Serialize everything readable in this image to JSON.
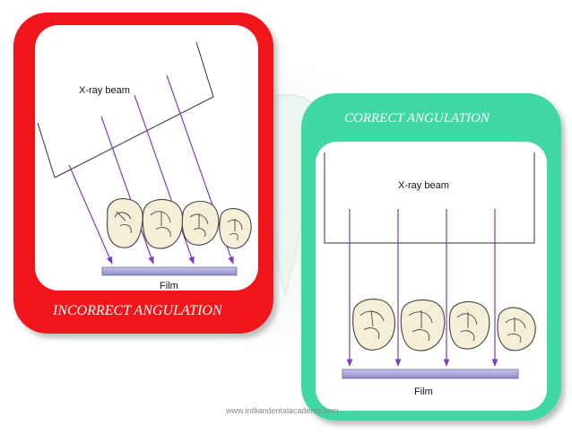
{
  "panels": {
    "incorrect": {
      "heading": "INCORRECT ANGULATION",
      "beam_label": "X-ray beam",
      "film_label": "Film",
      "frame_color": "#f0141e"
    },
    "correct": {
      "heading": "CORRECT ANGULATION",
      "beam_label": "X-ray beam",
      "film_label": "Film",
      "frame_color": "#3fd6a6"
    }
  },
  "colors": {
    "beam_arrow": "#7b3fb8",
    "film_bar": "#a9a7d8",
    "tooth_fill": "#f4efd6"
  },
  "watermark": "www.indiandentalacademy.com"
}
